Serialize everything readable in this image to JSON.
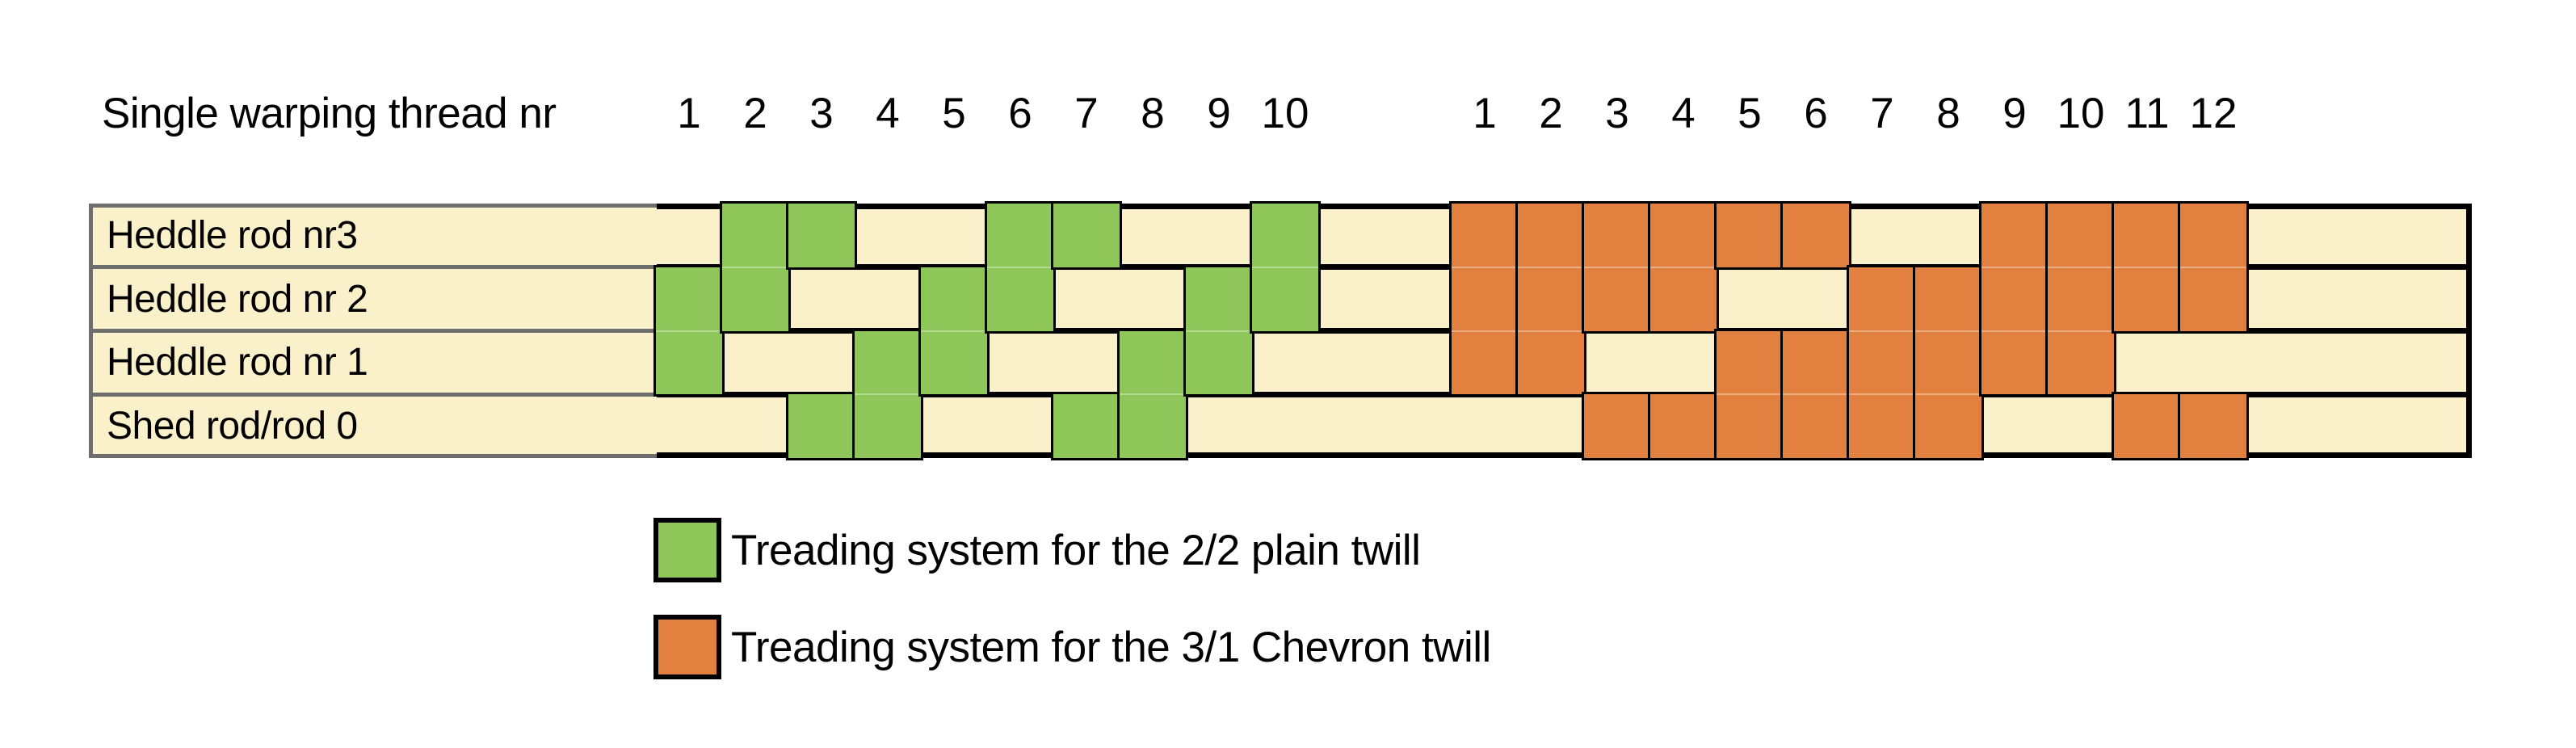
{
  "title": "Single warping thread nr",
  "colors": {
    "background": "#FFFFFF",
    "beige": "#FAF0C9",
    "green": "#8EC65A",
    "orange": "#E2803F",
    "grey_border": "#6E6E6E",
    "black_border": "#000000"
  },
  "warp_numbers": {
    "plain_twill_section": [
      "1",
      "2",
      "3",
      "4",
      "5",
      "6",
      "7",
      "8",
      "9",
      "10"
    ],
    "chevron_twill_section": [
      "1",
      "2",
      "3",
      "4",
      "5",
      "6",
      "7",
      "8",
      "9",
      "10",
      "11",
      "12"
    ]
  },
  "rows": [
    {
      "label": "Heddle rod nr3",
      "green_threads": [
        2,
        3,
        6,
        7,
        10
      ],
      "orange_threads": [
        1,
        2,
        3,
        4,
        5,
        6,
        9,
        10,
        11,
        12
      ]
    },
    {
      "label": "Heddle rod nr 2",
      "green_threads": [
        1,
        2,
        5,
        6,
        9,
        10
      ],
      "orange_threads": [
        1,
        2,
        3,
        4,
        7,
        8,
        9,
        10,
        11,
        12
      ]
    },
    {
      "label": "Heddle rod nr 1",
      "green_threads": [
        1,
        4,
        5,
        8,
        9
      ],
      "orange_threads": [
        1,
        2,
        5,
        6,
        7,
        8,
        9,
        10
      ]
    },
    {
      "label": "Shed rod/rod 0",
      "green_threads": [
        3,
        4,
        7,
        8
      ],
      "orange_threads": [
        3,
        4,
        5,
        6,
        7,
        8,
        11,
        12
      ]
    }
  ],
  "legend": [
    {
      "swatch": "green",
      "label": "Treading system for the 2/2 plain twill"
    },
    {
      "swatch": "orange",
      "label": "Treading system for the 3/1 Chevron twill"
    }
  ]
}
